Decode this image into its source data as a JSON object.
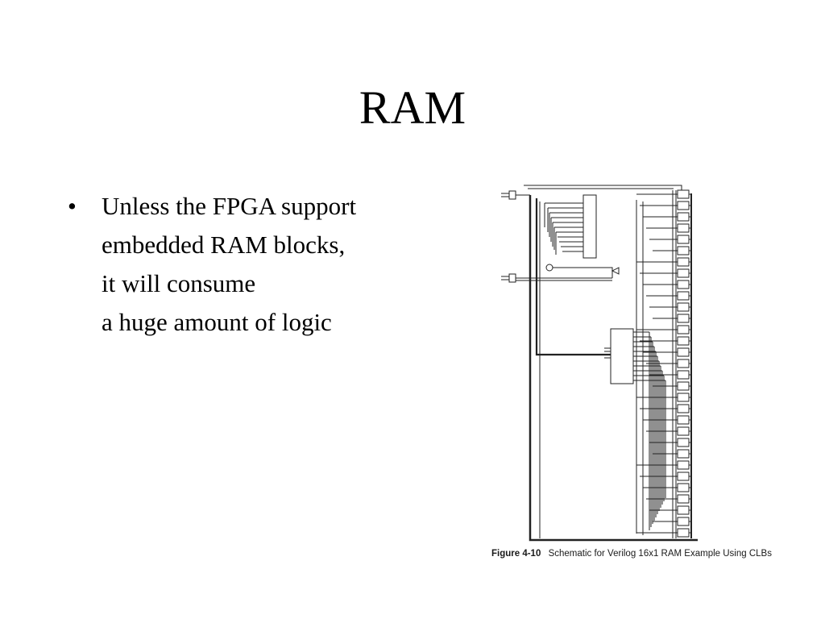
{
  "slide": {
    "title": "RAM",
    "bullets": [
      {
        "marker": "•",
        "lines": [
          "Unless the FPGA support",
          "embedded RAM blocks,",
          "it will consume",
          "a huge amount of logic"
        ]
      }
    ]
  },
  "figure": {
    "label": "Figure 4-10",
    "caption": "Schematic for Verilog 16x1 RAM Example Using CLBs"
  }
}
